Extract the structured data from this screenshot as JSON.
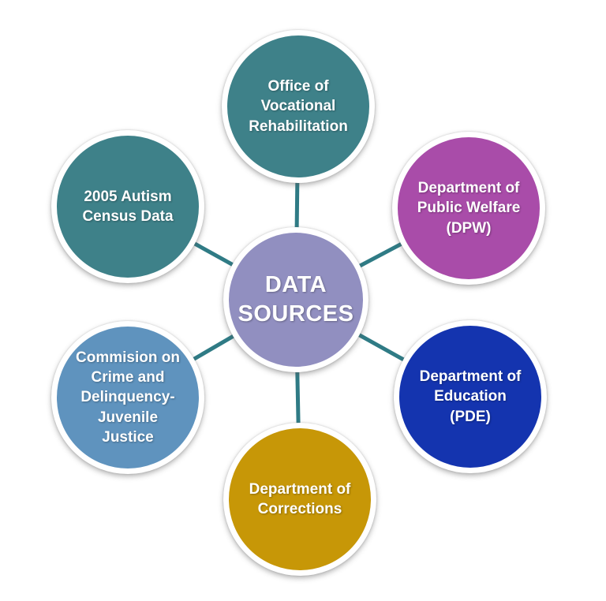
{
  "diagram": {
    "center": {
      "label": "DATA\nSOURCES",
      "color": "#918FC0"
    },
    "connector_color": "#2F7B85",
    "nodes": [
      {
        "label": "Office of\nVocational\nRehabilitation",
        "color": "#3E8189"
      },
      {
        "label": "Department of\nPublic Welfare\n(DPW)",
        "color": "#A94CA9"
      },
      {
        "label": "Department of\nEducation\n(PDE)",
        "color": "#1434AF"
      },
      {
        "label": "Department of\nCorrections",
        "color": "#C79707"
      },
      {
        "label": "Commision on\nCrime and\nDelinquency-\nJuvenile\nJustice",
        "color": "#5F93BE"
      },
      {
        "label": "2005 Autism\nCensus Data",
        "color": "#3E8189"
      }
    ]
  }
}
